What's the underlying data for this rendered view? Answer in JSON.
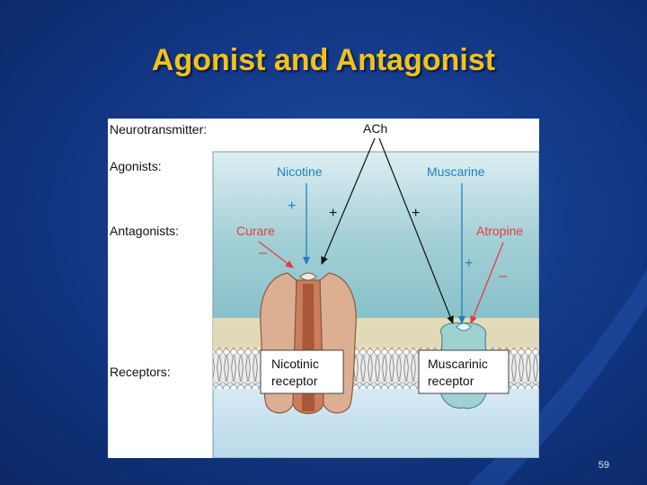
{
  "slide": {
    "title": "Agonist and Antagonist",
    "page_number": "59"
  },
  "figure": {
    "row_labels": {
      "neurotransmitter": "Neurotransmitter:",
      "agonists": "Agonists:",
      "antagonists": "Antagonists:",
      "receptors": "Receptors:"
    },
    "ach": "ACh",
    "nicotine": "Nicotine",
    "muscarine": "Muscarine",
    "curare": "Curare",
    "atropine": "Atropine",
    "plus": "+",
    "minus": "–",
    "nicotinic_receptor": [
      "Nicotinic",
      "receptor"
    ],
    "muscarinic_receptor": [
      "Muscarinic",
      "receptor"
    ],
    "colors": {
      "agonist_blue": "#1f7fc1",
      "antagonist_red": "#e23d3d",
      "title_gold": "#f2c21b"
    }
  }
}
